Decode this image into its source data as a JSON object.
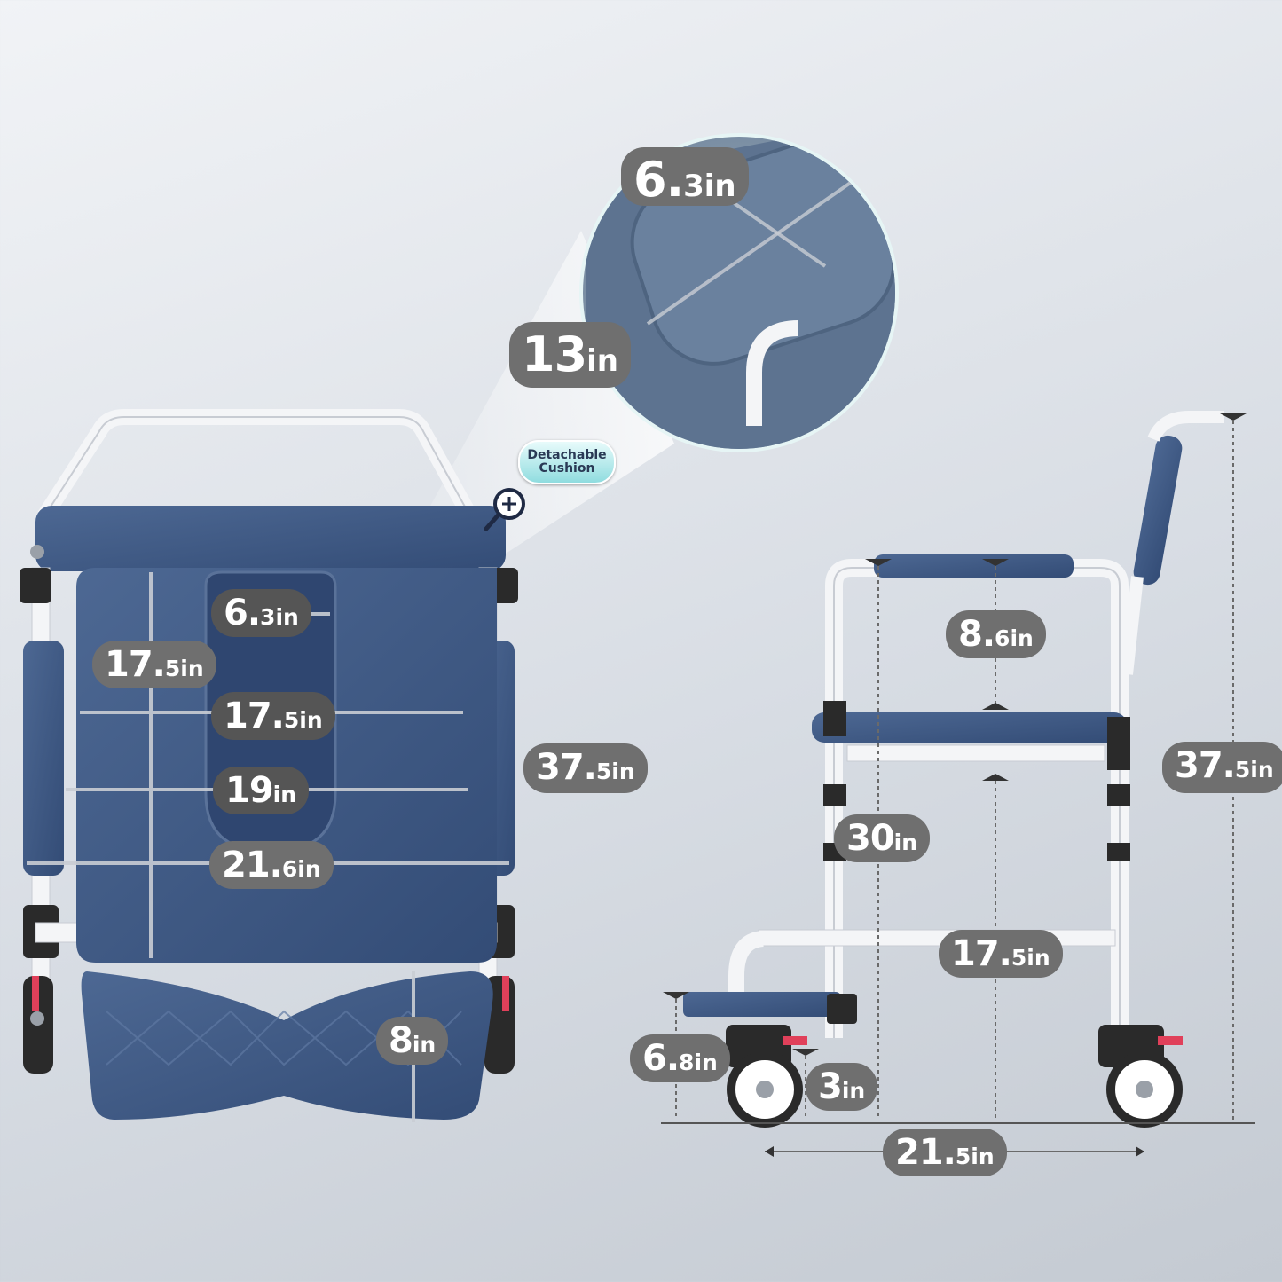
{
  "badge": {
    "line1": "Detachable",
    "line2": "Cushion"
  },
  "zoom_icon": "magnifier-plus-icon",
  "colors": {
    "seat": "#3f5a87",
    "frame": "#f5f6f8",
    "label": "#6f6f6f",
    "accent": "#e0405a"
  },
  "zoom_callout": {
    "width": {
      "value": "6.",
      "fraction": "3",
      "unit": "in"
    },
    "length": {
      "value": "13",
      "fraction": "",
      "unit": "in"
    }
  },
  "top_view": {
    "cutout_width": {
      "value": "6.",
      "fraction": "3",
      "unit": "in"
    },
    "seat_depth": {
      "value": "17.",
      "fraction": "5",
      "unit": "in"
    },
    "seat_width_upper": {
      "value": "17.",
      "fraction": "5",
      "unit": "in"
    },
    "seat_width_mid": {
      "value": "19",
      "fraction": "",
      "unit": "in"
    },
    "overall_width": {
      "value": "21.",
      "fraction": "6",
      "unit": "in"
    },
    "total_height": {
      "value": "37.",
      "fraction": "5",
      "unit": "in"
    },
    "footrest_depth": {
      "value": "8",
      "fraction": "",
      "unit": "in"
    }
  },
  "side_view": {
    "armrest_height": {
      "value": "8.",
      "fraction": "6",
      "unit": "in"
    },
    "total_height": {
      "value": "37.",
      "fraction": "5",
      "unit": "in"
    },
    "armrest_floor": {
      "value": "30",
      "fraction": "",
      "unit": "in"
    },
    "seat_floor": {
      "value": "17.",
      "fraction": "5",
      "unit": "in"
    },
    "footrest_height": {
      "value": "6.",
      "fraction": "8",
      "unit": "in"
    },
    "ground_clearance": {
      "value": "3",
      "fraction": "",
      "unit": "in"
    },
    "wheelbase": {
      "value": "21.",
      "fraction": "5",
      "unit": "in"
    }
  }
}
